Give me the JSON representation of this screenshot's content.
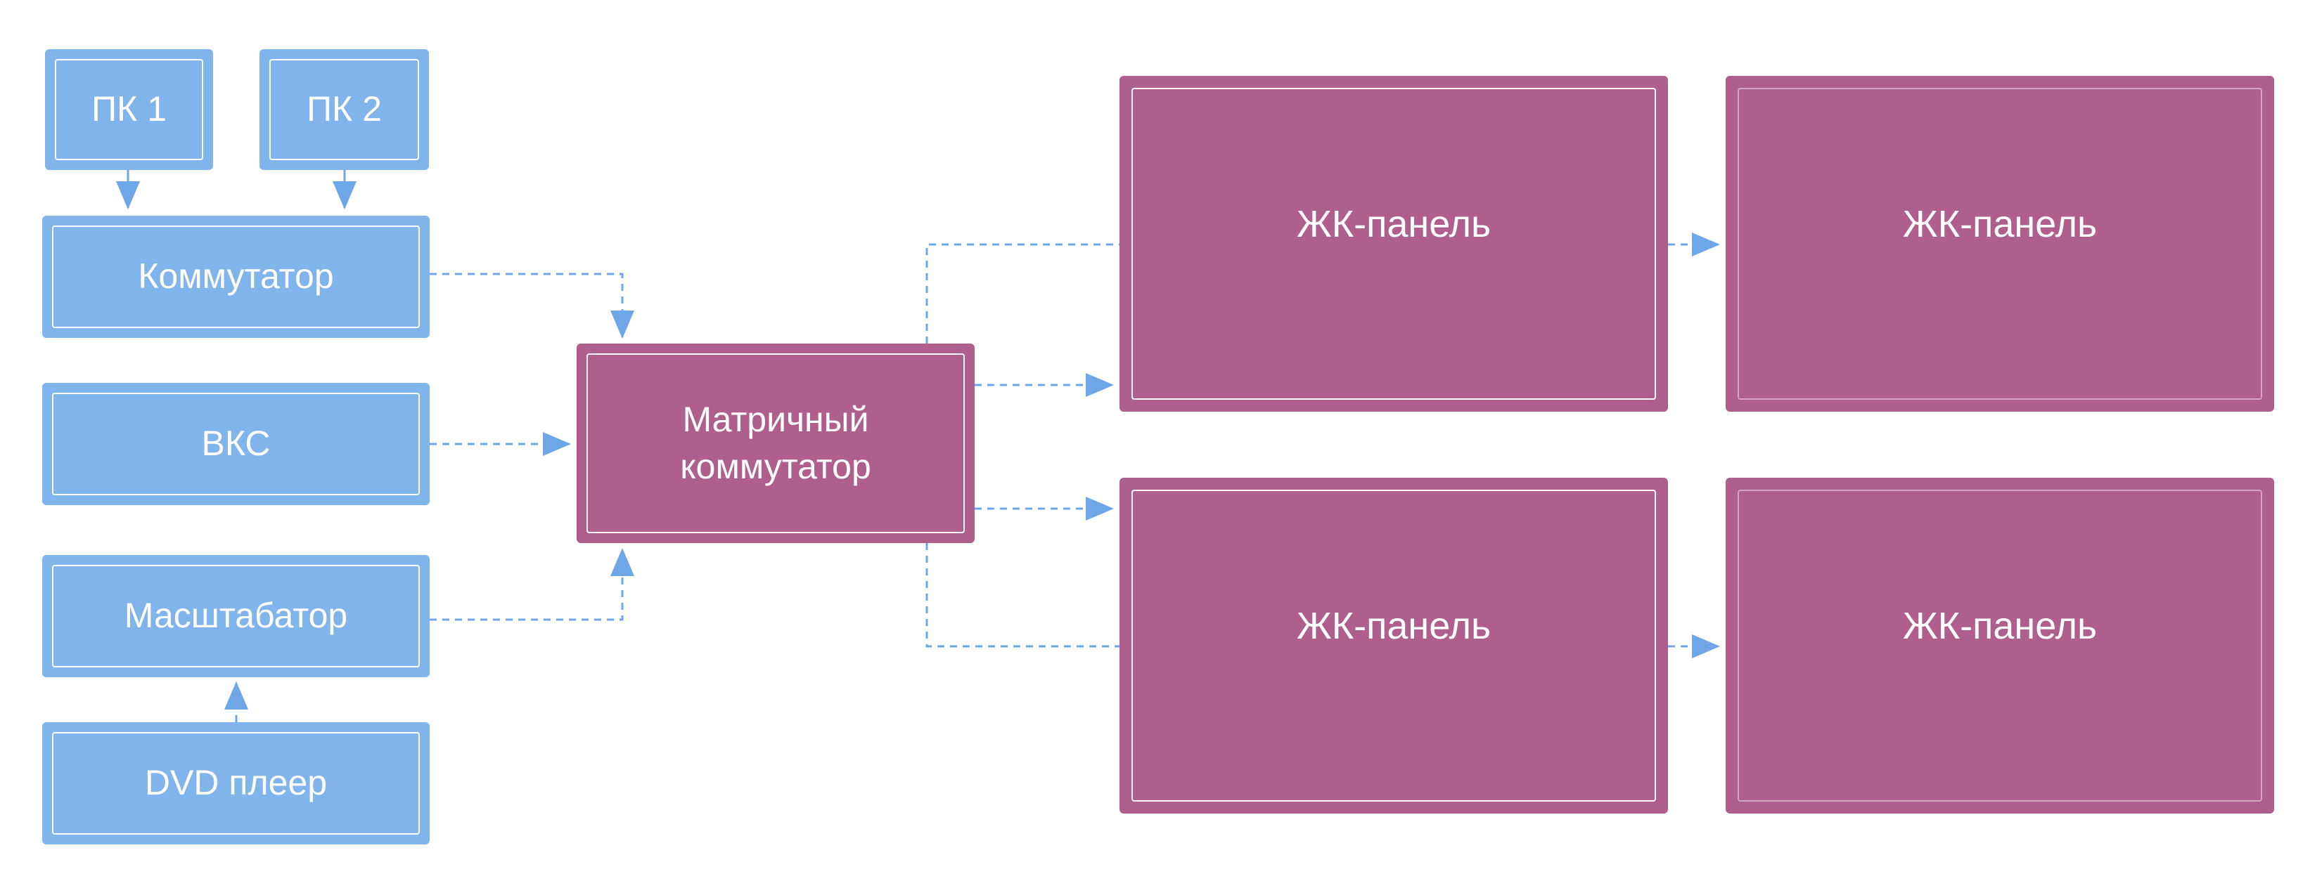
{
  "colors": {
    "source_fill": "#82b4ec",
    "switch_fill": "#ae5f8c",
    "connector": "#6fa6e8",
    "background": "#ffffff"
  },
  "nodes": {
    "pc1": "ПК 1",
    "pc2": "ПК 2",
    "kvm_switch": "Коммутатор",
    "vks": "ВКС",
    "scaler": "Масштабатор",
    "dvd": "DVD плеер",
    "matrix_switch": "Матричный\nкоммутатор",
    "panel_1": "ЖК-панель",
    "panel_2": "ЖК-панель",
    "panel_3": "ЖК-панель",
    "panel_4": "ЖК-панель"
  },
  "connections": [
    {
      "from": "pc1",
      "to": "kvm_switch",
      "style": "solid"
    },
    {
      "from": "pc2",
      "to": "kvm_switch",
      "style": "solid"
    },
    {
      "from": "kvm_switch",
      "to": "matrix_switch",
      "style": "dashed"
    },
    {
      "from": "vks",
      "to": "matrix_switch",
      "style": "dashed"
    },
    {
      "from": "scaler",
      "to": "matrix_switch",
      "style": "dashed"
    },
    {
      "from": "dvd",
      "to": "scaler",
      "style": "dashed"
    },
    {
      "from": "matrix_switch",
      "to": "panel_1",
      "style": "dashed"
    },
    {
      "from": "matrix_switch",
      "to": "panel_1",
      "style": "dashed"
    },
    {
      "from": "matrix_switch",
      "to": "panel_3",
      "style": "dashed"
    },
    {
      "from": "matrix_switch",
      "to": "panel_3",
      "style": "dashed"
    },
    {
      "from": "panel_1",
      "to": "panel_2",
      "style": "dashed"
    },
    {
      "from": "panel_3",
      "to": "panel_4",
      "style": "dashed"
    }
  ]
}
